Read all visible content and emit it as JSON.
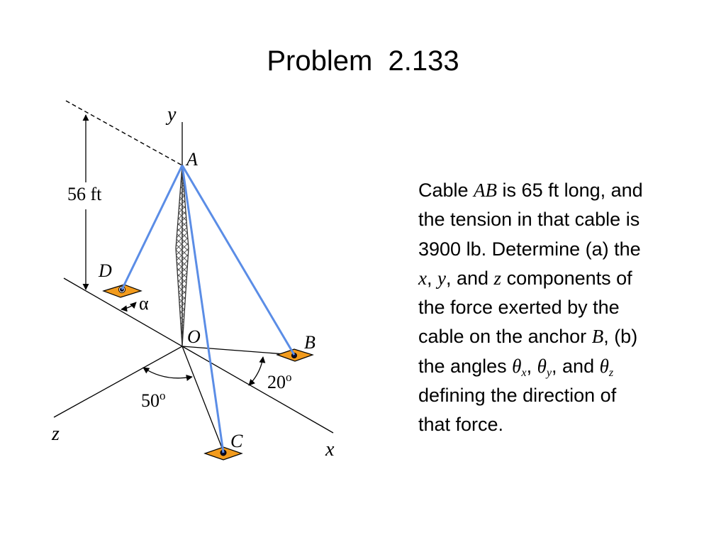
{
  "title": "Problem  2.133",
  "diagram": {
    "labels": {
      "y": "y",
      "A": "A",
      "height": "56 ft",
      "D": "D",
      "alpha": "α",
      "O": "O",
      "B": "B",
      "angle_b": "20",
      "angle_b_sup": "o",
      "angle_c": "50",
      "angle_c_sup": "o",
      "z": "z",
      "C": "C",
      "x": "x"
    },
    "colors": {
      "cable": "#5b8de6",
      "anchor": "#f29b1d",
      "pole": "#444444"
    }
  },
  "problem": {
    "l1_a": "Cable ",
    "l1_b": "AB",
    "l1_c": " is 65 ft long, and",
    "l2": "the tension in that cable is",
    "l3": "3900 lb.  Determine (a) the",
    "l4_x": "x",
    "l4_s1": ", ",
    "l4_y": "y",
    "l4_s2": ", and ",
    "l4_z": "z",
    "l4_rest": " components of",
    "l5": "the force exerted by the",
    "l6_a": "cable on the anchor ",
    "l6_b": "B",
    "l6_c": ", (b)",
    "l7_a": "the angles ",
    "theta": "θ",
    "sub_x": "x",
    "sep1": ", ",
    "sub_y": "y",
    "sep2": ", and ",
    "sub_z": "z",
    "l8": "defining the direction of",
    "l9": "that force."
  }
}
